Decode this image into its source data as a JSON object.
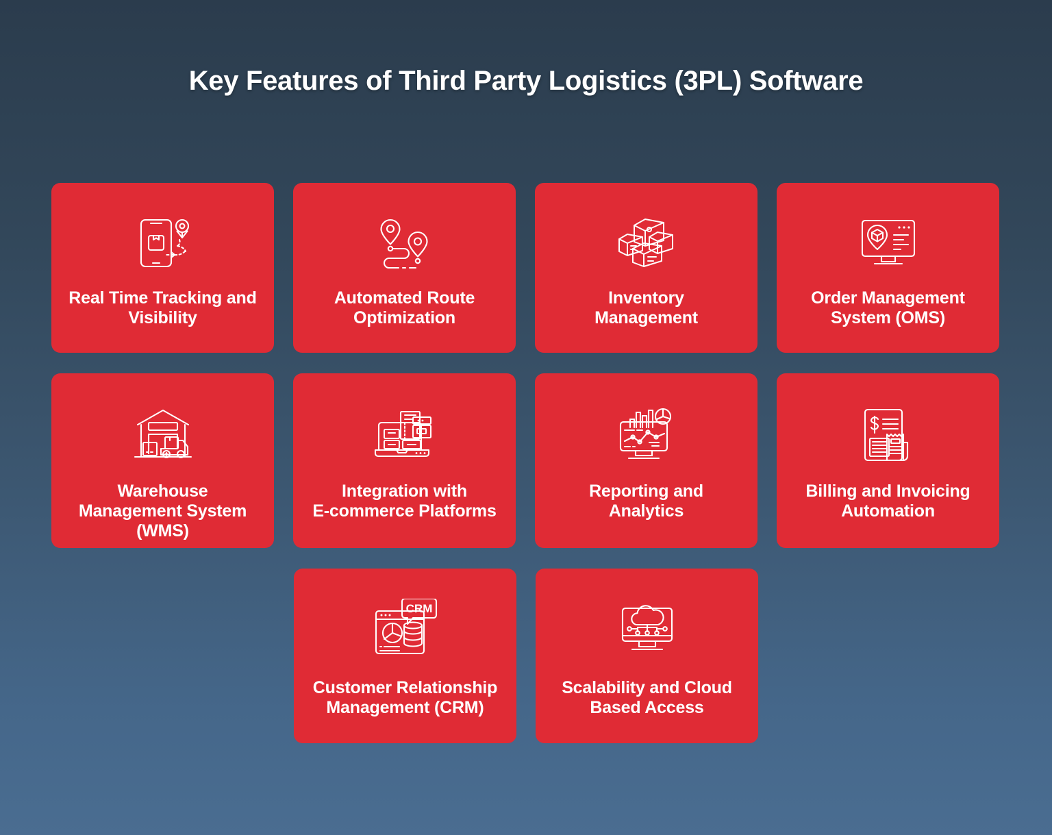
{
  "header": {
    "title": "Key Features of Third Party Logistics (3PL) Software",
    "title_color": "#ffffff"
  },
  "theme": {
    "card_color": "#e02b35",
    "background_top": "#2b3c4d",
    "background_bottom": "#4a6d91",
    "label_color": "#ffffff",
    "icon_stroke": "#ffffff"
  },
  "rows": [
    {
      "cards": [
        {
          "label": "Real Time Tracking and\nVisibility",
          "icon": "mobile-tracking-pin-icon"
        },
        {
          "label": "Automated Route\nOptimization",
          "icon": "route-pins-icon"
        },
        {
          "label": "Inventory\nManagement",
          "icon": "stacked-boxes-icon"
        },
        {
          "label": "Order Management\nSystem (OMS)",
          "icon": "monitor-package-pin-icon"
        }
      ]
    },
    {
      "cards": [
        {
          "label": "Warehouse\nManagement System\n(WMS)",
          "icon": "warehouse-truck-icon"
        },
        {
          "label": "Integration with\nE-commerce Platforms",
          "icon": "laptop-windows-icon"
        },
        {
          "label": "Reporting and\nAnalytics",
          "icon": "monitor-charts-icon"
        },
        {
          "label": "Billing and Invoicing\nAutomation",
          "icon": "invoice-receipt-icon"
        }
      ]
    },
    {
      "cards": [
        {
          "label": "Customer Relationship\nManagement (CRM)",
          "icon": "crm-browser-bubble-icon",
          "icon_text": "CRM"
        },
        {
          "label": "Scalability and Cloud\nBased Access",
          "icon": "monitor-cloud-network-icon"
        }
      ]
    }
  ]
}
